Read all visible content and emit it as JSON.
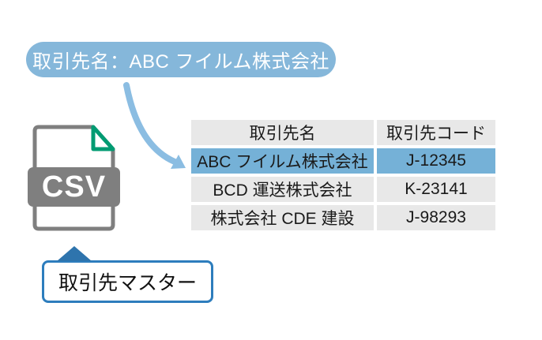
{
  "bubble": {
    "label": "取引先名：ABC フイルム株式会社"
  },
  "csv": {
    "label": "CSV"
  },
  "master_label": {
    "label": "取引先マスター"
  },
  "table": {
    "headers": [
      "取引先名",
      "取引先コード"
    ],
    "rows": [
      {
        "name": "ABC フイルム株式会社",
        "code": "J-12345",
        "highlighted": true
      },
      {
        "name": "BCD 運送株式会社",
        "code": "K-23141",
        "highlighted": false
      },
      {
        "name": "株式会社 CDE 建設",
        "code": "J-98293",
        "highlighted": false
      }
    ]
  },
  "colors": {
    "bubble_blue": "#85b7da",
    "arrow_blue": "#8bbde2",
    "highlight_row_blue": "#75b1d7",
    "cell_gray": "#e8e8e8",
    "csv_gray": "#7f7f7f",
    "fold_green": "#009b72",
    "callout_border_blue": "#2d7dbd",
    "callout_triangle_blue": "#2e74ad"
  }
}
